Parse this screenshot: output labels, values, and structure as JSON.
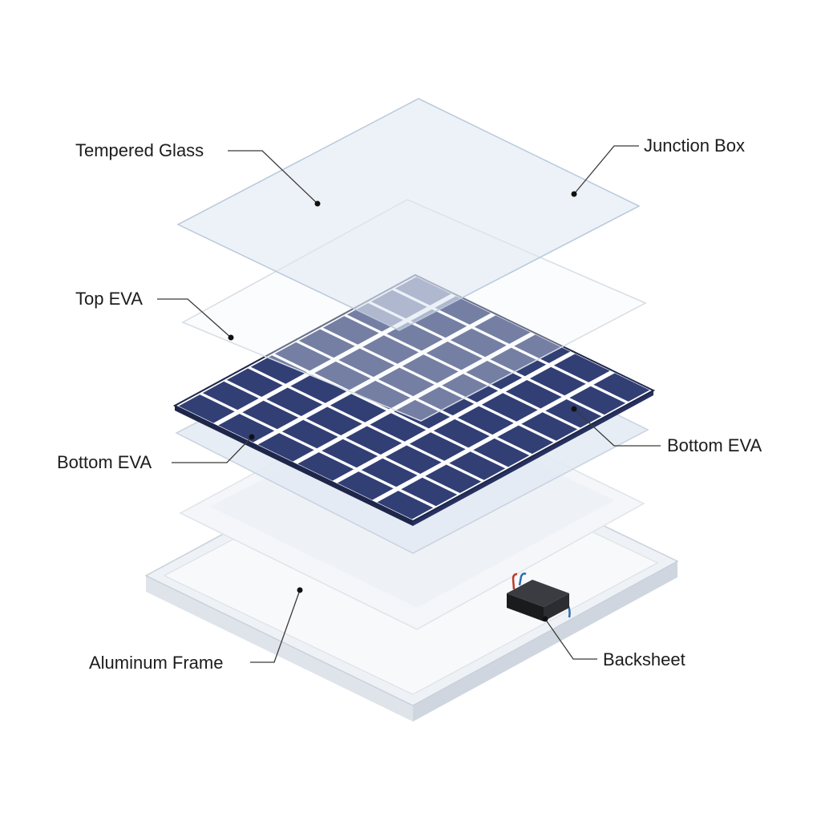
{
  "diagram": {
    "labels": {
      "tempered_glass": "Tempered Glass",
      "junction_box": "Junction Box",
      "top_eva": "Top EVA",
      "bottom_eva_right": "Bottom EVA",
      "bottom_eva_left": "Bottom EVA",
      "aluminum_frame": "Aluminum Frame",
      "backsheet": "Backsheet"
    },
    "solar_cells": {
      "rows": 6,
      "columns": 10
    },
    "colors": {
      "glass_fill": "#dfe8f3",
      "glass_edge": "#b9c8db",
      "eva_edge": "#d6dde6",
      "cell_fill": "#323f75",
      "cell_grid": "#ffffff",
      "panel_edge": "#1e274a",
      "backsheet_fill": "#f4f6f9",
      "frame_fill": "#eef1f5",
      "frame_side": "#cfd6df",
      "junction_box": "#222326",
      "wire_red": "#c0392b",
      "wire_blue": "#2f6db0"
    }
  }
}
